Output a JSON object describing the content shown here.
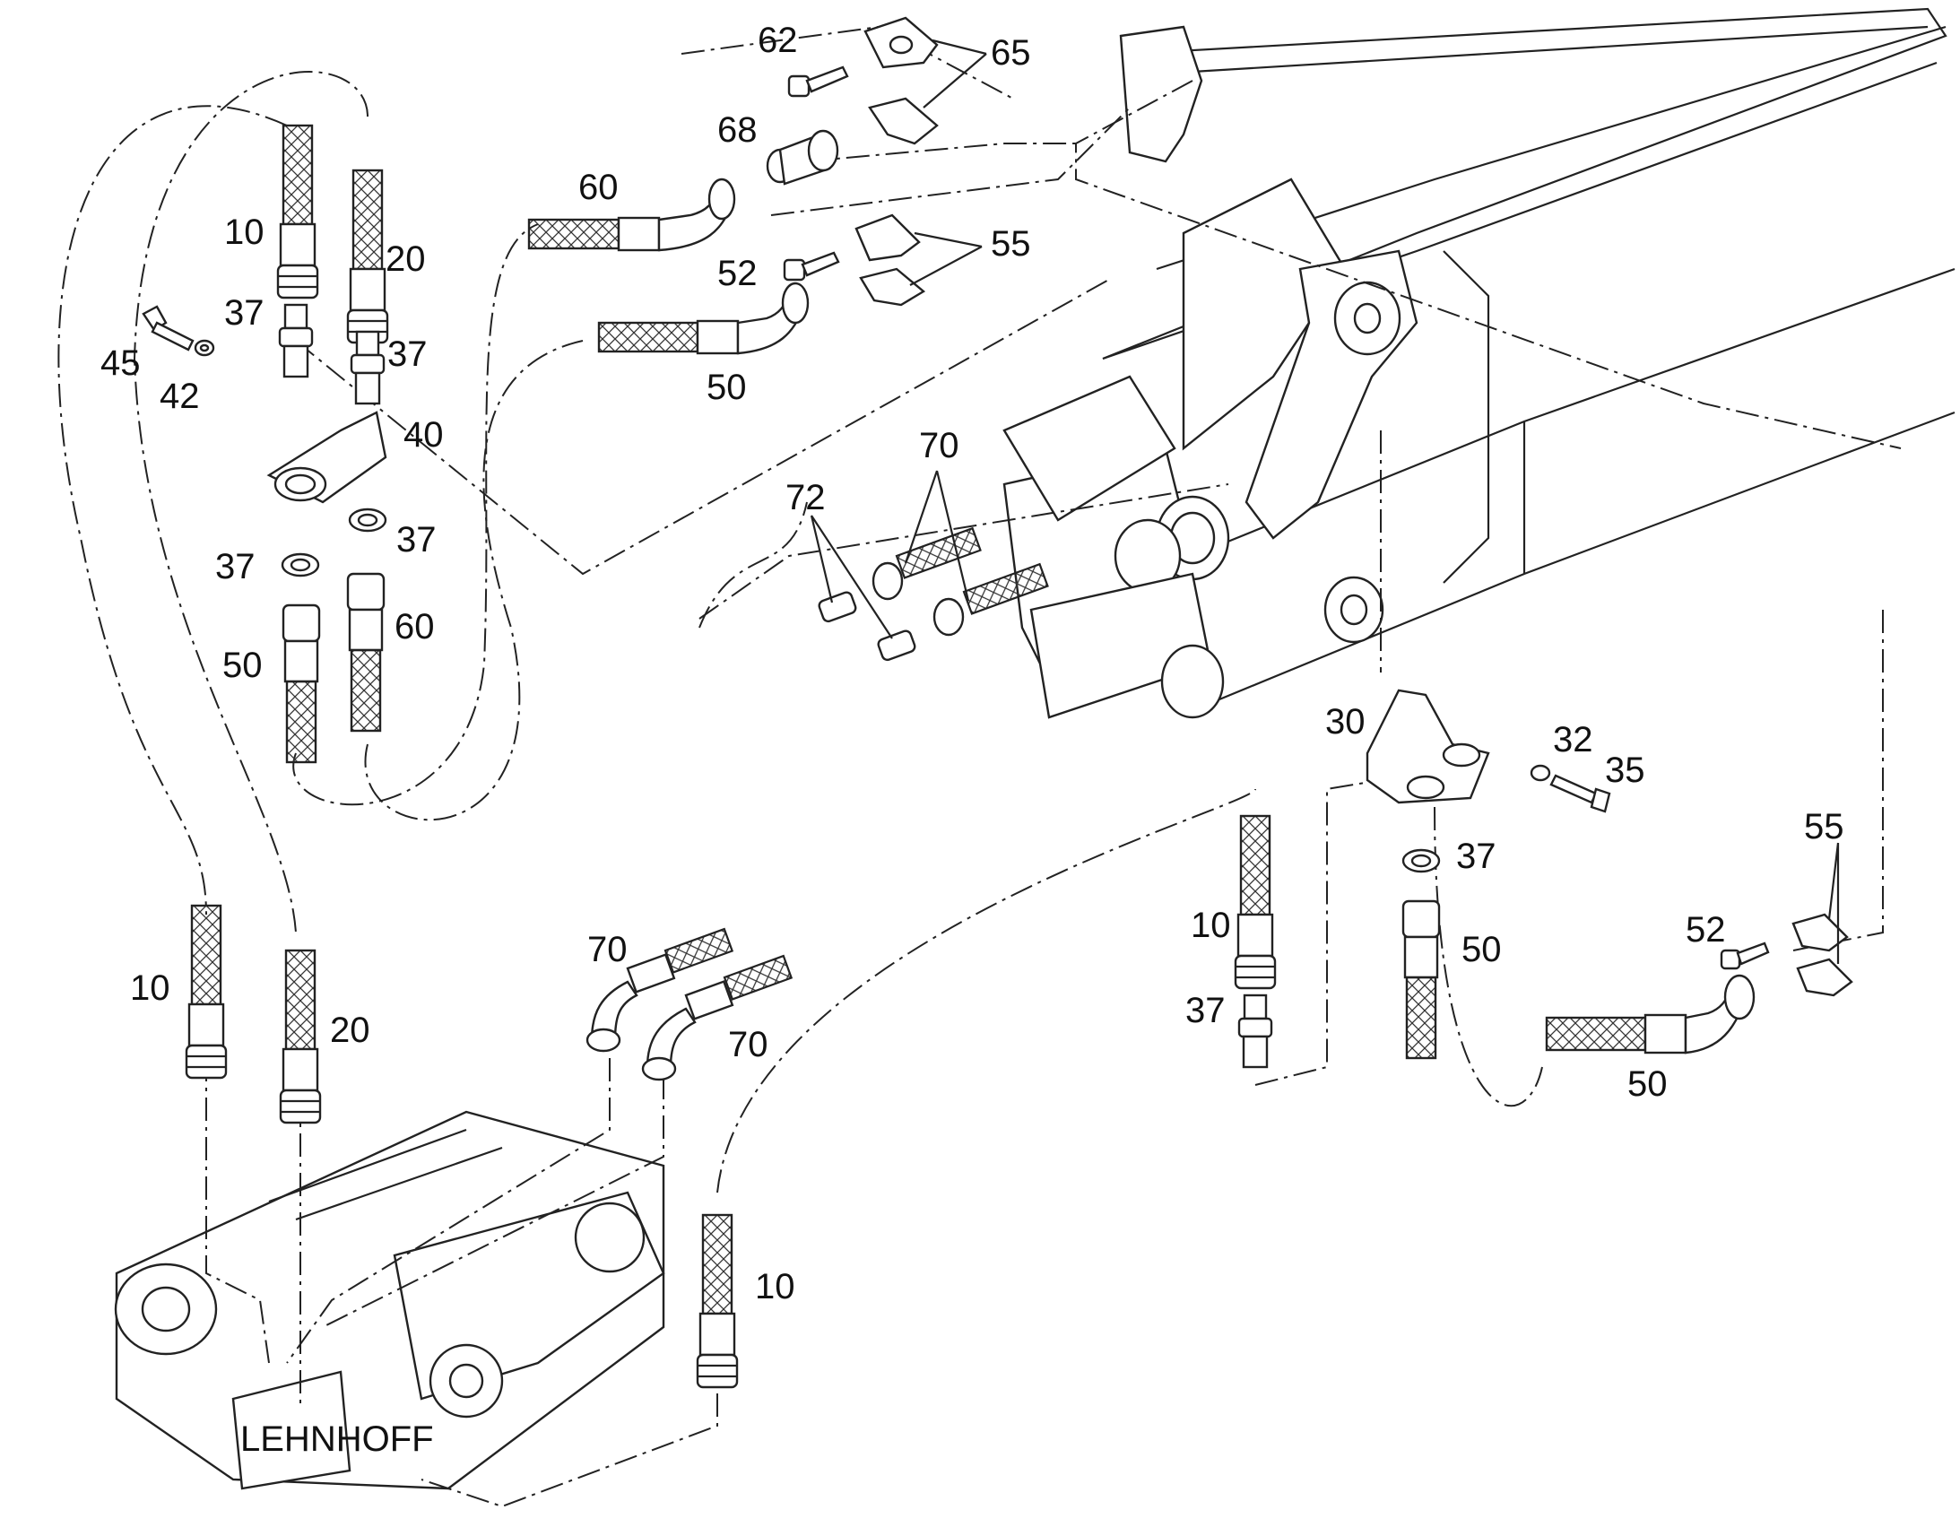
{
  "diagram": {
    "labels": [
      {
        "id": "l1",
        "text": "62"
      },
      {
        "id": "l2",
        "text": "65"
      },
      {
        "id": "l3",
        "text": "68"
      },
      {
        "id": "l4",
        "text": "60"
      },
      {
        "id": "l5",
        "text": "55"
      },
      {
        "id": "l6",
        "text": "52"
      },
      {
        "id": "l7",
        "text": "50"
      },
      {
        "id": "l8",
        "text": "10"
      },
      {
        "id": "l9",
        "text": "20"
      },
      {
        "id": "l10",
        "text": "37"
      },
      {
        "id": "l11",
        "text": "37"
      },
      {
        "id": "l12",
        "text": "45"
      },
      {
        "id": "l13",
        "text": "42"
      },
      {
        "id": "l14",
        "text": "40"
      },
      {
        "id": "l15",
        "text": "37"
      },
      {
        "id": "l16",
        "text": "37"
      },
      {
        "id": "l17",
        "text": "50"
      },
      {
        "id": "l18",
        "text": "60"
      },
      {
        "id": "l19",
        "text": "70"
      },
      {
        "id": "l20",
        "text": "72"
      },
      {
        "id": "l21",
        "text": "30"
      },
      {
        "id": "l22",
        "text": "32"
      },
      {
        "id": "l23",
        "text": "35"
      },
      {
        "id": "l24",
        "text": "37"
      },
      {
        "id": "l25",
        "text": "10"
      },
      {
        "id": "l26",
        "text": "50"
      },
      {
        "id": "l27",
        "text": "37"
      },
      {
        "id": "l28",
        "text": "55"
      },
      {
        "id": "l29",
        "text": "52"
      },
      {
        "id": "l30",
        "text": "50"
      },
      {
        "id": "l31",
        "text": "10"
      },
      {
        "id": "l32",
        "text": "20"
      },
      {
        "id": "l33",
        "text": "70"
      },
      {
        "id": "l34",
        "text": "70"
      },
      {
        "id": "l35",
        "text": "10"
      }
    ],
    "quick_coupler_marking": "LEHNHOFF"
  }
}
